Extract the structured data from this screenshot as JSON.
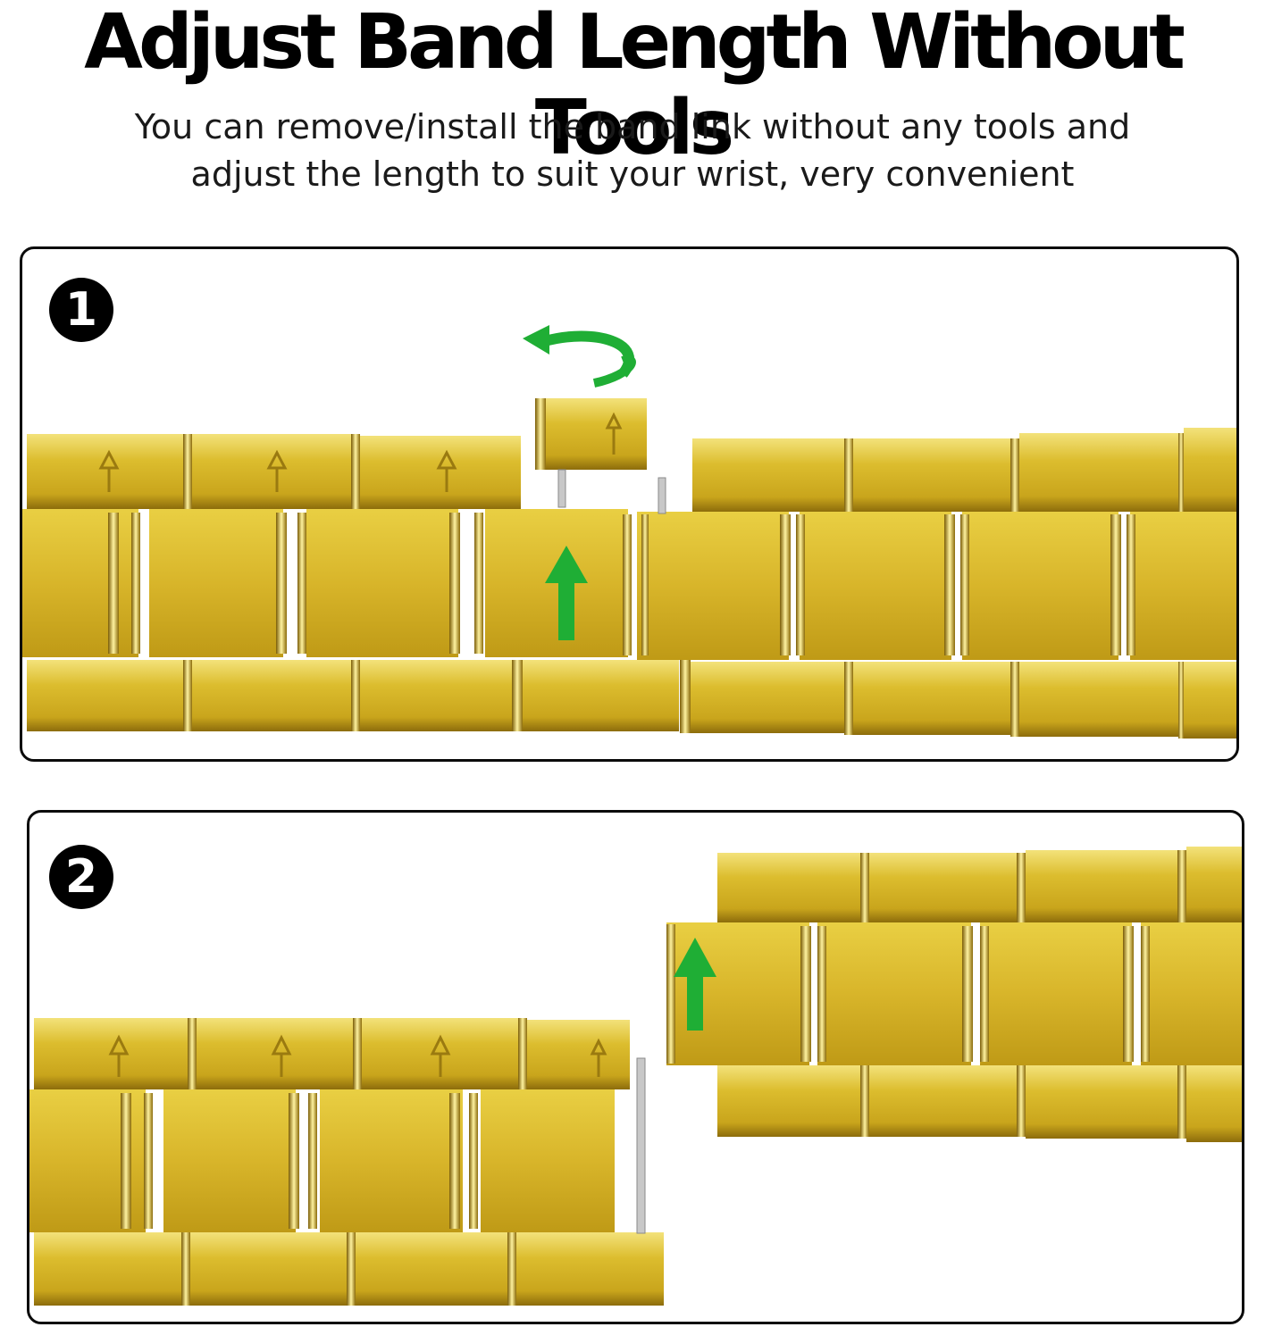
{
  "header": {
    "title": "Adjust Band Length Without Tools",
    "subtitle": "You can remove/install the band link without any tools and adjust the length to suit your wrist, very convenient"
  },
  "steps": [
    {
      "number": "1"
    },
    {
      "number": "2"
    }
  ],
  "colors": {
    "gold_light": "#f0d94a",
    "gold_mid": "#d9b72a",
    "gold_dark": "#8c6c0c",
    "arrow_green": "#1fae35",
    "pin_silver": "#c8c8c8"
  },
  "icons": [
    "rotate-arrow-icon",
    "up-arrow-icon",
    "engraved-arrow-icon",
    "band-link",
    "spring-pin"
  ]
}
